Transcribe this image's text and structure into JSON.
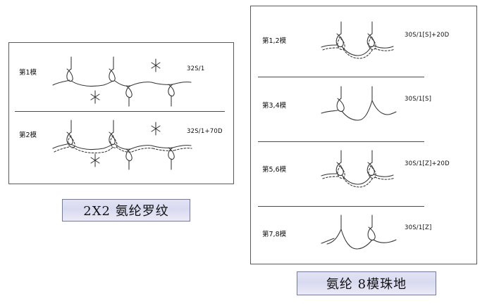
{
  "figure": {
    "background_color": "#ffffff",
    "panel_border_color": "#5a5a5a",
    "caption_border_color": "#6f7aa8",
    "caption_fill_color": "#dcdcf0",
    "yarn_stroke_color": "#333333",
    "spandex_stroke_color": "#555555"
  },
  "rib_panel": {
    "name": "2X2 spandex rib knitting diagram",
    "caption": "2X2 氨纶罗纹",
    "rows": [
      {
        "label": "第1模",
        "yarn": "32S/1",
        "has_spandex": false
      },
      {
        "label": "第2模",
        "yarn": "32S/1+70D",
        "has_spandex": true
      }
    ]
  },
  "pique_panel": {
    "name": "Spandex 8-feed pique knitting diagram",
    "caption": "氨纶 8模珠地",
    "rows": [
      {
        "label": "第1,2模",
        "yarn": "30S/1[S]+20D",
        "has_spandex": true,
        "pattern": "loop-loop"
      },
      {
        "label": "第3,4模",
        "yarn": "30S/1[S]",
        "has_spandex": false,
        "pattern": "loop-tuck"
      },
      {
        "label": "第5,6模",
        "yarn": "30S/1[Z]+20D",
        "has_spandex": true,
        "pattern": "loop-loop"
      },
      {
        "label": "第7,8模",
        "yarn": "30S/1[Z]",
        "has_spandex": false,
        "pattern": "tuck-loop"
      }
    ]
  }
}
